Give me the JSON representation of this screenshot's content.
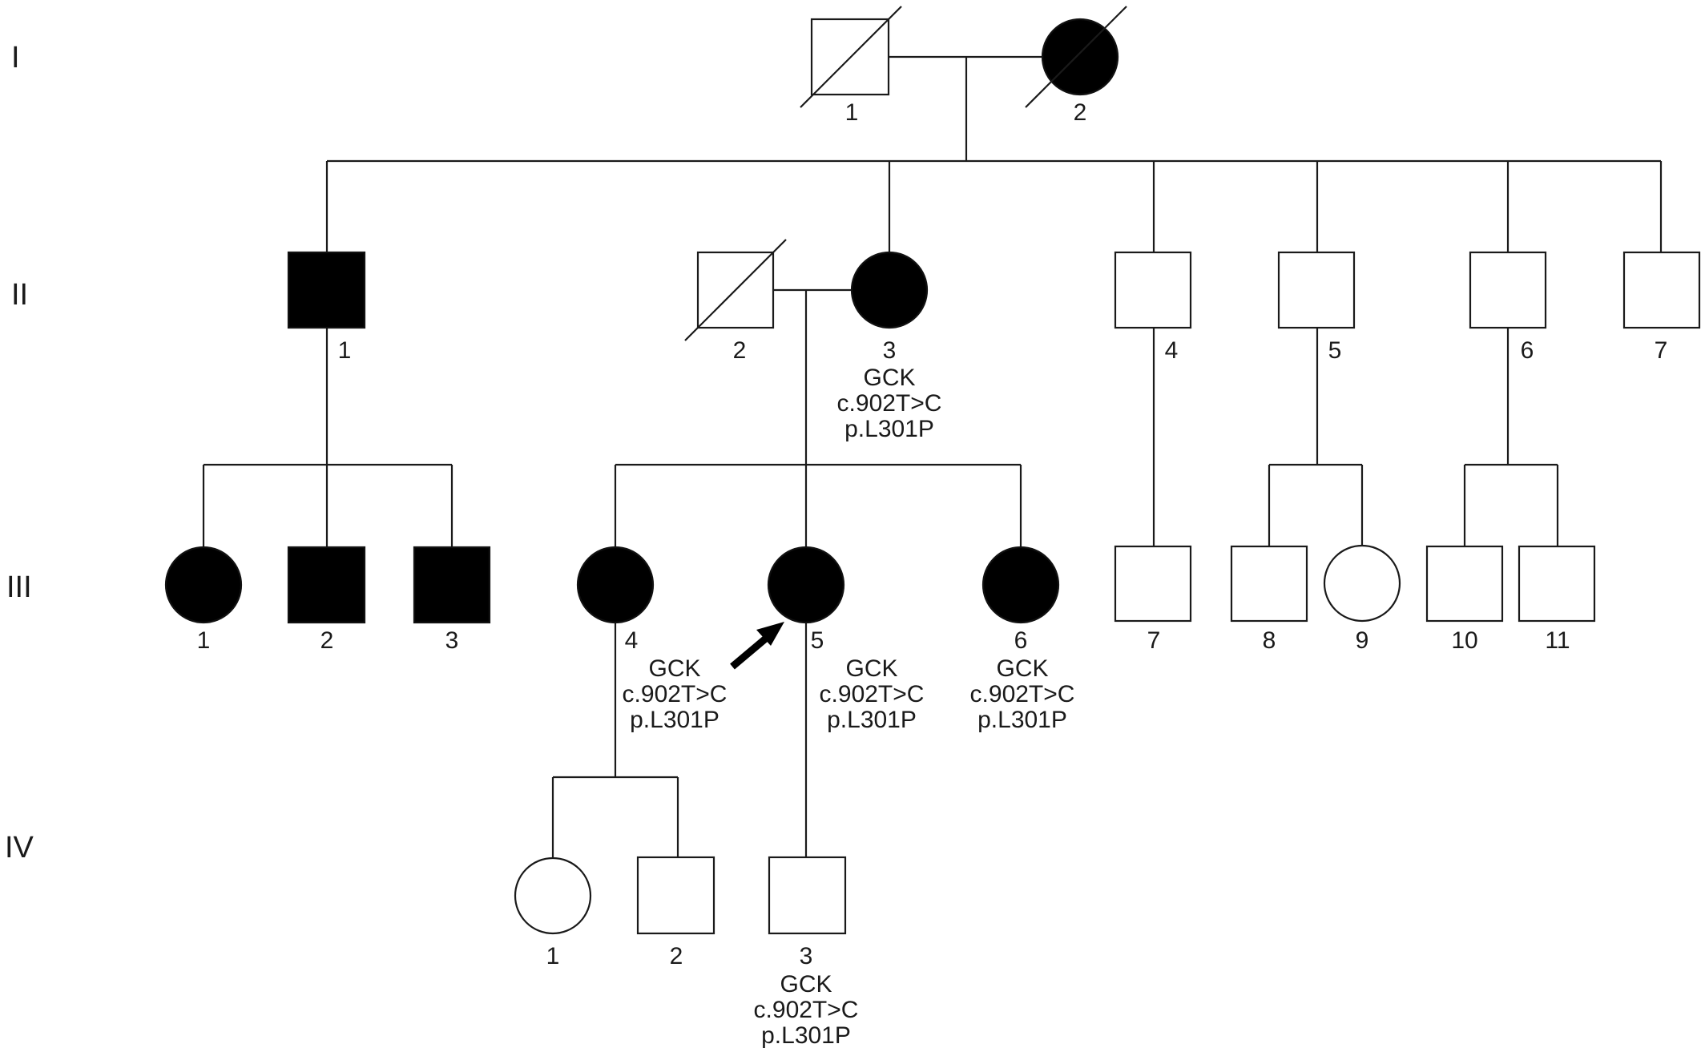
{
  "generations": [
    "I",
    "II",
    "III",
    "IV"
  ],
  "individuals": {
    "I-1": {
      "number": "1",
      "sex": "male",
      "affected": false,
      "deceased": true
    },
    "I-2": {
      "number": "2",
      "sex": "female",
      "affected": true,
      "deceased": true
    },
    "II-1": {
      "number": "1",
      "sex": "male",
      "affected": true
    },
    "II-2": {
      "number": "2",
      "sex": "male",
      "affected": false,
      "deceased": true
    },
    "II-3": {
      "number": "3",
      "sex": "female",
      "affected": true,
      "genotype": [
        "GCK",
        "c.902T>C",
        "p.L301P"
      ]
    },
    "II-4": {
      "number": "4",
      "sex": "male",
      "affected": false
    },
    "II-5": {
      "number": "5",
      "sex": "male",
      "affected": false
    },
    "II-6": {
      "number": "6",
      "sex": "male",
      "affected": false
    },
    "II-7": {
      "number": "7",
      "sex": "male",
      "affected": false
    },
    "III-1": {
      "number": "1",
      "sex": "female",
      "affected": true
    },
    "III-2": {
      "number": "2",
      "sex": "male",
      "affected": true
    },
    "III-3": {
      "number": "3",
      "sex": "male",
      "affected": true
    },
    "III-4": {
      "number": "4",
      "sex": "female",
      "affected": true,
      "genotype": [
        "GCK",
        "c.902T>C",
        "p.L301P"
      ]
    },
    "III-5": {
      "number": "5",
      "sex": "female",
      "affected": true,
      "proband": true,
      "genotype": [
        "GCK",
        "c.902T>C",
        "p.L301P"
      ]
    },
    "III-6": {
      "number": "6",
      "sex": "female",
      "affected": true,
      "genotype": [
        "GCK",
        "c.902T>C",
        "p.L301P"
      ]
    },
    "III-7": {
      "number": "7",
      "sex": "male",
      "affected": false
    },
    "III-8": {
      "number": "8",
      "sex": "male",
      "affected": false
    },
    "III-9": {
      "number": "9",
      "sex": "female",
      "affected": false
    },
    "III-10": {
      "number": "10",
      "sex": "male",
      "affected": false
    },
    "III-11": {
      "number": "11",
      "sex": "male",
      "affected": false
    },
    "IV-1": {
      "number": "1",
      "sex": "female",
      "affected": false
    },
    "IV-2": {
      "number": "2",
      "sex": "male",
      "affected": false
    },
    "IV-3": {
      "number": "3",
      "sex": "male",
      "affected": false,
      "genotype": [
        "GCK",
        "c.902T>C",
        "p.L301P"
      ]
    }
  }
}
